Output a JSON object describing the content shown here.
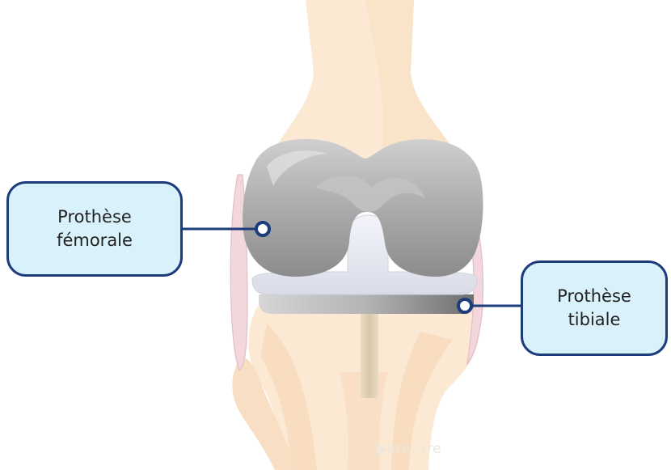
{
  "labels": {
    "femoral": {
      "line1": "Prothèse",
      "line2": "fémorale"
    },
    "tibial": {
      "line1": "Prothèse",
      "line2": "tibiale"
    }
  },
  "watermark": "precare",
  "colors": {
    "callout_fill": "#d9f1fb",
    "callout_border": "#1c3c7c",
    "bone": "#fce9d4",
    "bone_shadow": "#f6d9bc",
    "ligament": "#f2d8dd",
    "implant_femoral": "#a9a9a9",
    "implant_tibial": "#e4e6ef"
  }
}
